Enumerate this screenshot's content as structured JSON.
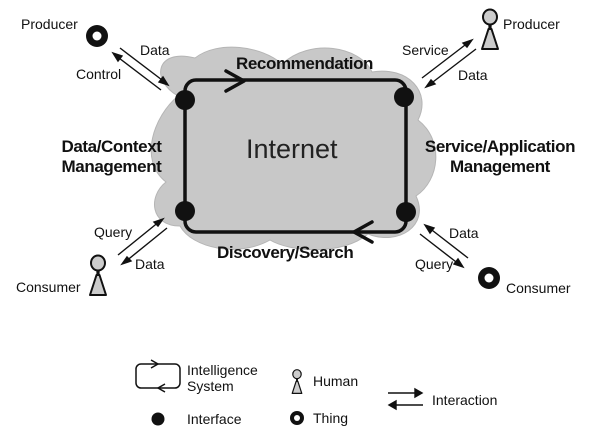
{
  "diagram": {
    "center_label": "Internet",
    "edges": {
      "top": "Recommendation",
      "bottom": "Discovery/Search",
      "left": "Data/Context\nManagement",
      "right": "Service/Application\nManagement"
    },
    "actors": {
      "top_left": {
        "name": "Producer",
        "kind": "thing"
      },
      "top_right": {
        "name": "Producer",
        "kind": "human"
      },
      "bottom_left": {
        "name": "Consumer",
        "kind": "human"
      },
      "bottom_right": {
        "name": "Consumer",
        "kind": "thing"
      }
    },
    "interactions": {
      "top_left": {
        "upper": "Data",
        "lower": "Control"
      },
      "top_right": {
        "upper": "Service",
        "lower": "Data"
      },
      "bottom_left": {
        "upper": "Query",
        "lower": "Data"
      },
      "bottom_right": {
        "upper": "Data",
        "lower": "Query"
      }
    }
  },
  "legend": {
    "intelligence_system": "Intelligence\nSystem",
    "interface": "Interface",
    "human": "Human",
    "thing": "Thing",
    "interaction": "Interaction"
  },
  "colors": {
    "cloud": "#c8c8c8",
    "cloud_edge": "#b5b5b5",
    "stroke": "#111111"
  }
}
